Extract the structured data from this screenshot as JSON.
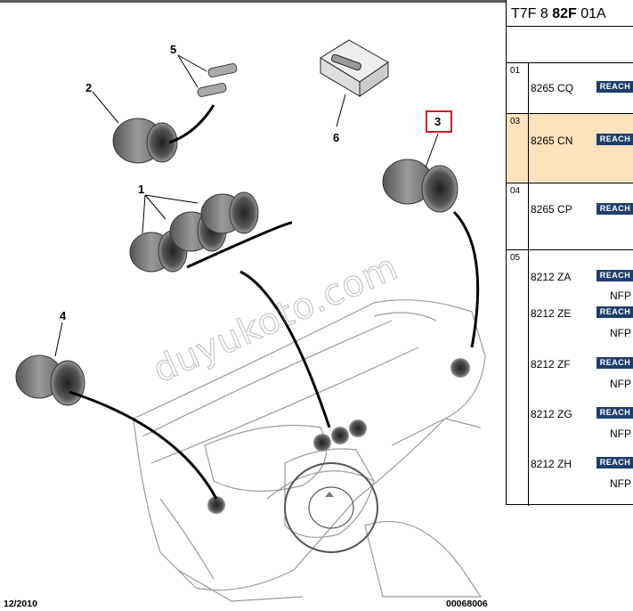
{
  "header": {
    "ref_prefix": "T7F 8 ",
    "ref_bold": "82F",
    "ref_suffix": " 01A"
  },
  "callouts": [
    "1",
    "2",
    "3",
    "4",
    "5",
    "6"
  ],
  "watermark": "duyukoto.com",
  "footer": {
    "date": "12/2010",
    "drawing_id": "00068006"
  },
  "rows": [
    {
      "index": "01",
      "parts": [
        {
          "ref": "8265 CQ",
          "badge": "REACH",
          "nfp": ""
        }
      ]
    },
    {
      "index": "03",
      "selected": true,
      "parts": [
        {
          "ref": "8265 CN",
          "badge": "REACH",
          "nfp": ""
        }
      ]
    },
    {
      "index": "04",
      "parts": [
        {
          "ref": "8265 CP",
          "badge": "REACH",
          "nfp": ""
        }
      ]
    },
    {
      "index": "05",
      "parts": [
        {
          "ref": "8212 ZA",
          "badge": "REACH",
          "nfp": "NFP"
        },
        {
          "ref": "8212 ZE",
          "badge": "REACH",
          "nfp": "NFP"
        },
        {
          "ref": "8212 ZF",
          "badge": "REACH",
          "nfp": "NFP"
        },
        {
          "ref": "8212 ZG",
          "badge": "REACH",
          "nfp": "NFP"
        },
        {
          "ref": "8212 ZH",
          "badge": "REACH",
          "nfp": "NFP"
        }
      ]
    }
  ],
  "colors": {
    "highlight_box": "#d11f1f",
    "selected_row": "#fde3bd",
    "badge_bg": "#1f3d6b"
  }
}
